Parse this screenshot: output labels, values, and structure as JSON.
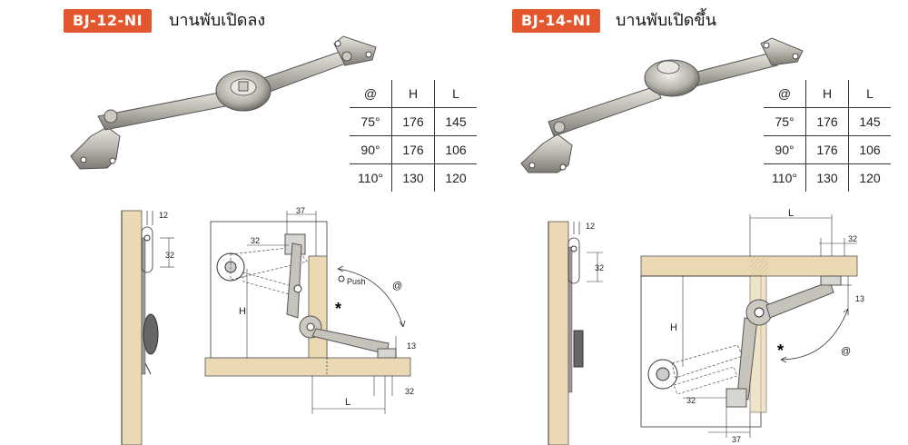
{
  "left": {
    "model": "BJ-12-NI",
    "title_th": "บานพับเปิดลง",
    "table": {
      "headers": [
        "@",
        "H",
        "L"
      ],
      "rows": [
        {
          "angle": "75°",
          "h": "176",
          "l": "145"
        },
        {
          "angle": "90°",
          "h": "176",
          "l": "106"
        },
        {
          "angle": "110°",
          "h": "130",
          "l": "120"
        }
      ]
    },
    "side_dims": {
      "top": "12",
      "slot": "32"
    },
    "diagram_dims": {
      "top": "37",
      "arm": "32",
      "h": "H",
      "l": "L",
      "bottom_small": "13",
      "bottom": "32",
      "push": "Push",
      "angle": "@",
      "star": "*"
    }
  },
  "right": {
    "model": "BJ-14-NI",
    "title_th": "บานพับเปิดขึ้น",
    "table": {
      "headers": [
        "@",
        "H",
        "L"
      ],
      "rows": [
        {
          "angle": "75°",
          "h": "176",
          "l": "145"
        },
        {
          "angle": "90°",
          "h": "176",
          "l": "106"
        },
        {
          "angle": "110°",
          "h": "130",
          "l": "120"
        }
      ]
    },
    "side_dims": {
      "top": "12",
      "slot": "32"
    },
    "diagram_dims": {
      "l": "L",
      "top": "32",
      "small": "13",
      "h": "H",
      "arm": "32",
      "bottom": "37",
      "angle": "@",
      "star": "*"
    }
  },
  "colors": {
    "badge": "#e4572e",
    "wood": "#ead9b2",
    "metal": "#b8b5ad"
  }
}
